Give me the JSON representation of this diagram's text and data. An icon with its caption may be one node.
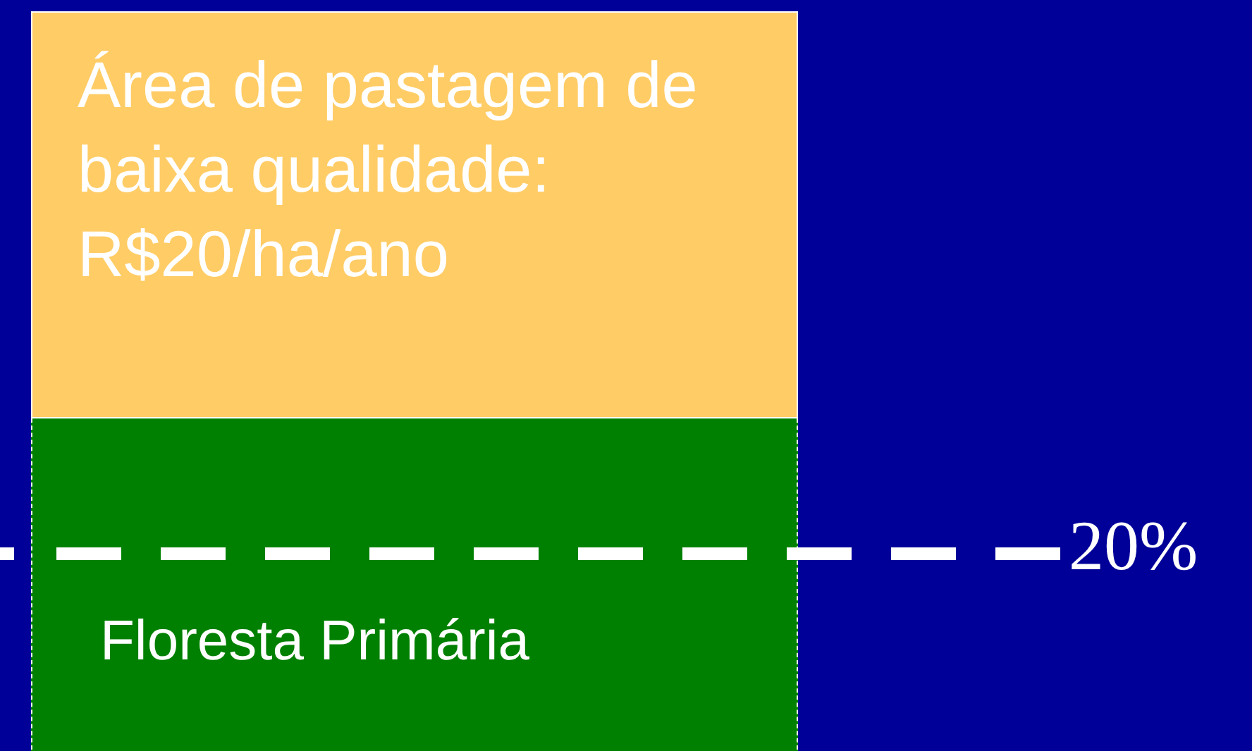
{
  "diagram": {
    "nodes": [
      {
        "text": [
          "Área de pastagem de baixa qualidade: R$20/ha/ano"
        ]
      },
      {
        "text": [
          "Floresta Primária"
        ]
      }
    ],
    "labels": [
      "20%"
    ]
  }
}
